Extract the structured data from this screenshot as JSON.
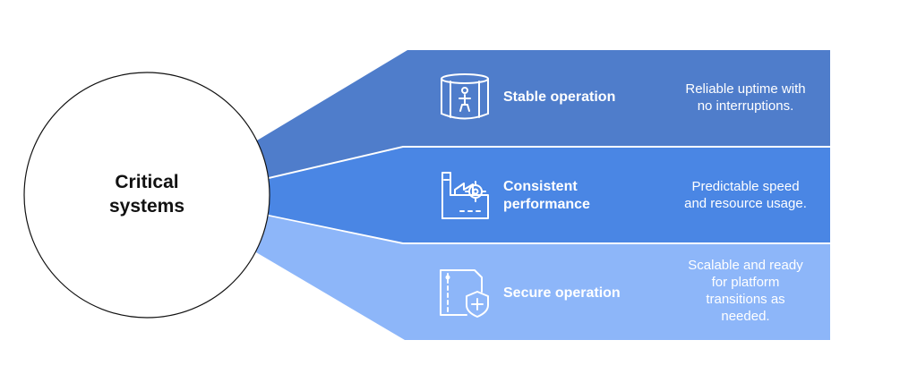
{
  "center": {
    "title_line1": "Critical",
    "title_line2": "systems"
  },
  "colors": {
    "row1": "#4F7DCB",
    "row2": "#4A86E4",
    "row3": "#8DB6F9",
    "circle_stroke": "#111111",
    "text_light": "#ffffff"
  },
  "rows": [
    {
      "icon": "data-center-person-icon",
      "title_line1": "Stable operation",
      "title_line2": "",
      "desc_lines": [
        "Reliable uptime with",
        "no interruptions."
      ]
    },
    {
      "icon": "factory-gear-icon",
      "title_line1": "Consistent",
      "title_line2": "performance",
      "desc_lines": [
        "Predictable speed",
        "and resource usage."
      ]
    },
    {
      "icon": "document-shield-icon",
      "title_line1": "Secure operation",
      "title_line2": "",
      "desc_lines": [
        "Scalable and ready",
        "for platform",
        "transitions as",
        "needed."
      ]
    }
  ]
}
